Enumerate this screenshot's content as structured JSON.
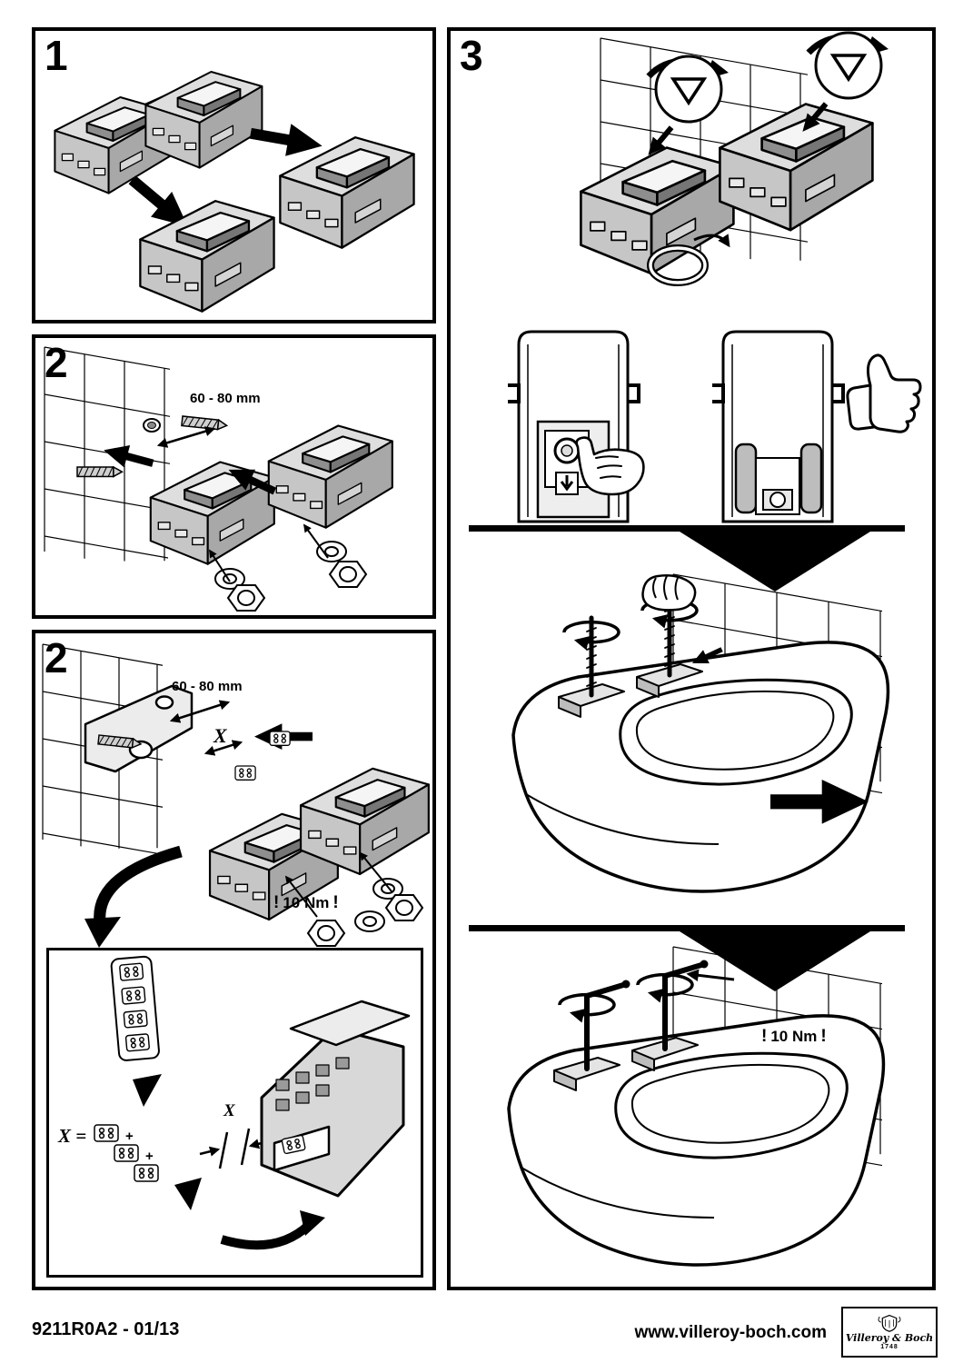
{
  "panels": {
    "step1": {
      "number": "1"
    },
    "step2_fix": {
      "number": "2",
      "dimension": "60 - 80 mm"
    },
    "step2_shim": {
      "number": "2",
      "dimension": "60 - 80 mm",
      "x_label": "X",
      "torque": "10 Nm",
      "inset": {
        "x_formula": "X =",
        "plus": "+",
        "x_label": "X"
      }
    },
    "step3": {
      "number": "3",
      "torque": "10 Nm"
    }
  },
  "symbols": {
    "exclaim": "!"
  },
  "footer": {
    "doc_code": "9211R0A2 - 01/13",
    "website": "www.villeroy-boch.com",
    "brand": "Villeroy & Boch",
    "brand_year": "1748"
  }
}
